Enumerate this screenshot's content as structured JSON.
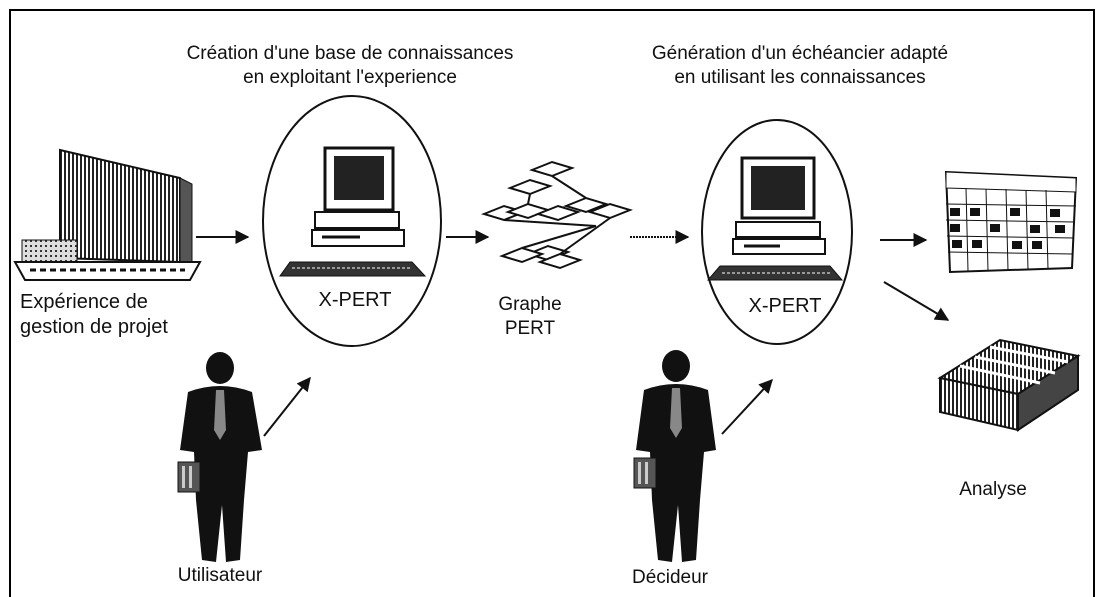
{
  "headings": {
    "left": "Création d'une base de connaissances\nen exploitant l'experience",
    "right": "Génération d'un échéancier adapté\nen utilisant les connaissances"
  },
  "labels": {
    "experience": "Expérience de\ngestion de projet",
    "xpert_left": "X-PERT",
    "graph": "Graphe\nPERT",
    "xpert_right": "X-PERT",
    "utilisateur": "Utilisateur",
    "decideur": "Décideur",
    "analyse": "Analyse"
  },
  "icons": [
    "building-icon",
    "computer-icon",
    "pert-graph-icon",
    "calendar-icon",
    "analysis-stack-icon",
    "businessman-icon"
  ],
  "colors": {
    "ink": "#111111",
    "background": "#ffffff"
  }
}
